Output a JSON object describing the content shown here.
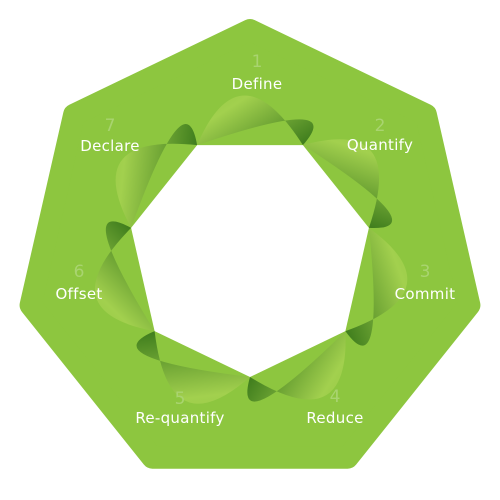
{
  "colors": {
    "base_green": "#8dc63f",
    "dark_green": "#3f7d1d",
    "light_green": "#a2d04e",
    "number_tint": "#a9d470",
    "label_text": "#ffffff",
    "hole": "#ffffff"
  },
  "steps": [
    {
      "number": "1",
      "label": "Define"
    },
    {
      "number": "2",
      "label": "Quantify"
    },
    {
      "number": "3",
      "label": "Commit"
    },
    {
      "number": "4",
      "label": "Reduce"
    },
    {
      "number": "5",
      "label": "Re-quantify"
    },
    {
      "number": "6",
      "label": "Offset"
    },
    {
      "number": "7",
      "label": "Declare"
    }
  ]
}
